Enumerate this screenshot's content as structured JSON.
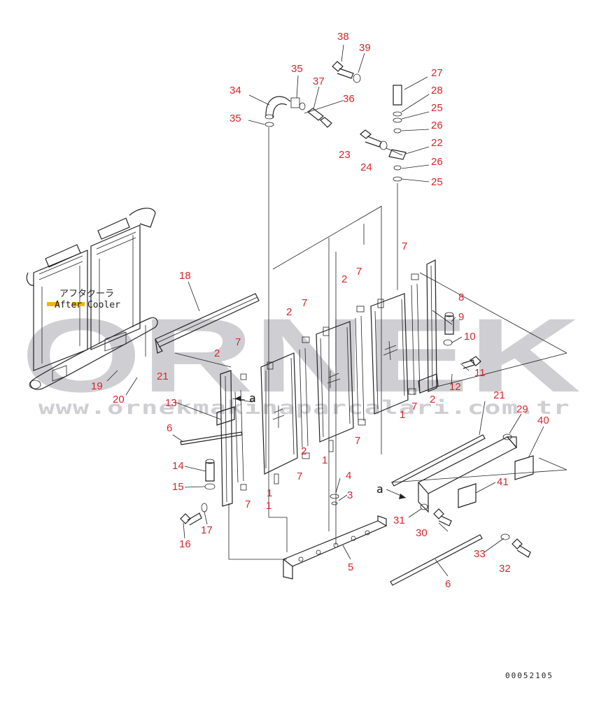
{
  "watermark": {
    "brand": "ORNEK",
    "url": "www.ornekmakinaparcalari.com.tr"
  },
  "drawing_code": "00052105",
  "inset": {
    "label_jp": "アフタクーラ",
    "label_en": "After Cooler"
  },
  "section_mark": "a",
  "callouts": [
    "38",
    "39",
    "35",
    "37",
    "34",
    "36",
    "35",
    "27",
    "28",
    "25",
    "26",
    "22",
    "23",
    "24",
    "26",
    "25",
    "18",
    "7",
    "2",
    "7",
    "2",
    "7",
    "7",
    "8",
    "9",
    "10",
    "11",
    "12",
    "2",
    "1",
    "2",
    "1",
    "7",
    "2",
    "7",
    "13",
    "6",
    "14",
    "15",
    "16",
    "17",
    "19",
    "20",
    "21",
    "1",
    "7",
    "1",
    "7",
    "4",
    "3",
    "5",
    "21",
    "29",
    "40",
    "41",
    "31",
    "30",
    "33",
    "32",
    "6"
  ]
}
